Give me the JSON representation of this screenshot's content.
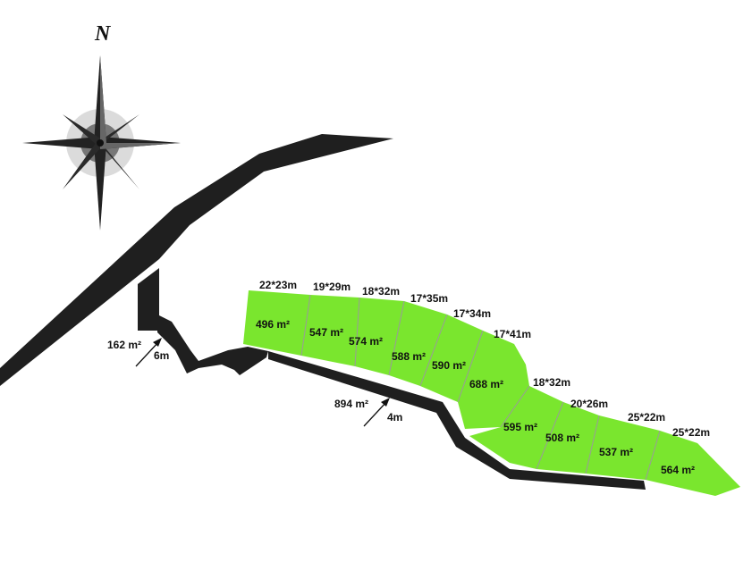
{
  "compass": {
    "north_label": "N"
  },
  "plots": [
    {
      "area": "496 m²",
      "dims": "22*23m"
    },
    {
      "area": "547 m²",
      "dims": "19*29m"
    },
    {
      "area": "574 m²",
      "dims": "18*32m"
    },
    {
      "area": "588 m²",
      "dims": "17*35m"
    },
    {
      "area": "590 m²",
      "dims": "17*34m"
    },
    {
      "area": "688 m²",
      "dims": "17*41m"
    },
    {
      "area": "595 m²",
      "dims": "18*32m"
    },
    {
      "area": "508 m²",
      "dims": "20*26m"
    },
    {
      "area": "537 m²",
      "dims": "25*22m"
    },
    {
      "area": "564 m²",
      "dims": "25*22m"
    }
  ],
  "access_path": {
    "area": "162 m²",
    "width": "6m"
  },
  "road_strip": {
    "area": "894 m²",
    "width": "4m"
  },
  "colors": {
    "plot_fill": "#7ae62e",
    "road": "#1f1f1f",
    "divider": "#9a9a9a"
  }
}
